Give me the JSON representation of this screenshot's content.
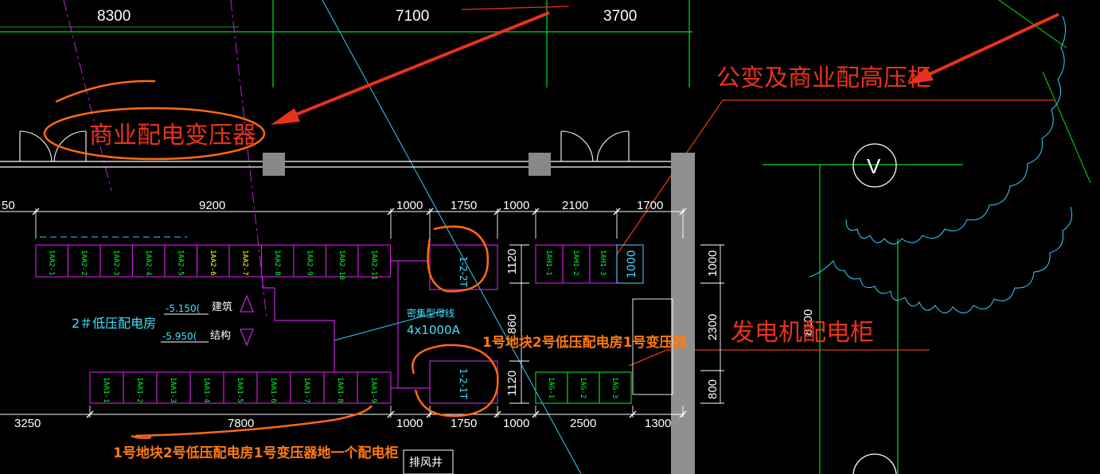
{
  "dims": {
    "top": [
      "8300",
      "7100",
      "3700"
    ],
    "upper_row": [
      "50",
      "9200",
      "1000",
      "1750",
      "1000",
      "2100",
      "1700"
    ],
    "lower_row": [
      "3250",
      "7800",
      "1000",
      "1750",
      "1000",
      "2500",
      "1300"
    ],
    "vertical_mid": [
      "1120",
      "860",
      "1120"
    ],
    "vertical_right": [
      "1000",
      "2300",
      "800"
    ],
    "vertical_far": [
      "8100"
    ],
    "box_1000": "1000"
  },
  "labels": {
    "room": "2＃低压配电房",
    "level_arch_value": "-5.150(",
    "level_arch_label": "建筑",
    "level_struct_value": "-5.950(",
    "level_struct_label": "结构",
    "busbar_line1": "密集型母线",
    "busbar_line2": "4x1000A",
    "transformer_upper": "1-2-2T",
    "transformer_lower": "1-2-1T",
    "vent_shaft": "排风井",
    "circle_v": "V"
  },
  "annotations": {
    "commercial_transformer": "商业配电变压器",
    "hv_cabinet": "公变及商业配高压柜",
    "generator_cabinet": "发电机配电柜",
    "transformer_note": "1号地块2号低压配电房1号变压器",
    "cabinet_note": "1号地块2号低压配电房1号变压器地一个配电柜"
  },
  "cabinets": {
    "upper_row": [
      "1AA2-1",
      "1AA2-2",
      "1AA2-3",
      "1AA2-4",
      "1AA2-5",
      "1AA2-6",
      "1AA2-7",
      "1AA2-8",
      "1AA2-9",
      "1AA2-10",
      "1AA2-11"
    ],
    "lower_row": [
      "1AA1-1",
      "1AA1-2",
      "1AA1-3",
      "1AA1-4",
      "1AA1-5",
      "1AA1-6",
      "1AA1-7",
      "1AA1-8",
      "1AA1-9"
    ],
    "right_upper": [
      "1AH1-1",
      "1AH1-2",
      "1AH1-3"
    ],
    "right_lower": [
      "1AG-1",
      "1AG-2",
      "1AG-3"
    ]
  },
  "colors": {
    "background": "#000000",
    "grid_green": "#00e020",
    "cabinet_magenta": "#d020e0",
    "annotation_red": "#e8321c",
    "annotation_orange": "#ff7a10",
    "cyan": "#40e0ff"
  }
}
